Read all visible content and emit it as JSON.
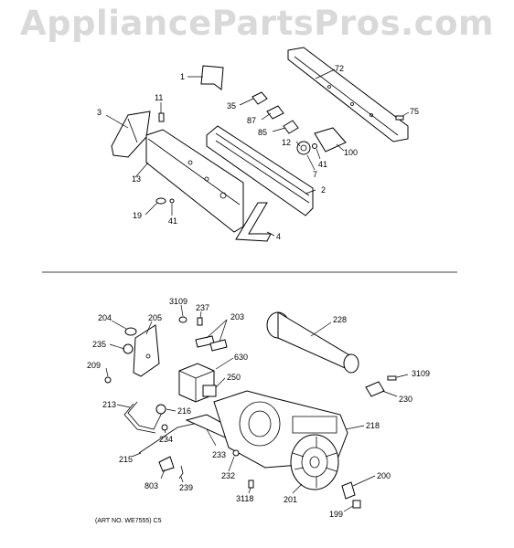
{
  "watermark": "AppliancePartsPros.com",
  "art_number": "(ART NO. WE7555) C5",
  "labels": {
    "p1": "1",
    "p72": "72",
    "p11": "11",
    "p3": "3",
    "p35": "35",
    "p75": "75",
    "p87": "87",
    "p85": "85",
    "p12": "12",
    "p100": "100",
    "p41a": "41",
    "p7": "7",
    "p13": "13",
    "p2": "2",
    "p19": "19",
    "p41b": "41",
    "p4": "4",
    "p3109a": "3109",
    "p237": "237",
    "p204": "204",
    "p205": "205",
    "p203": "203",
    "p228": "228",
    "p235": "235",
    "p630": "630",
    "p209": "209",
    "p250": "250",
    "p3109b": "3109",
    "p230": "230",
    "p213": "213",
    "p216": "216",
    "p234": "234",
    "p218": "218",
    "p215": "215",
    "p233": "233",
    "p803": "803",
    "p239": "239",
    "p232": "232",
    "p200": "200",
    "p3118": "3118",
    "p201": "201",
    "p199": "199"
  }
}
